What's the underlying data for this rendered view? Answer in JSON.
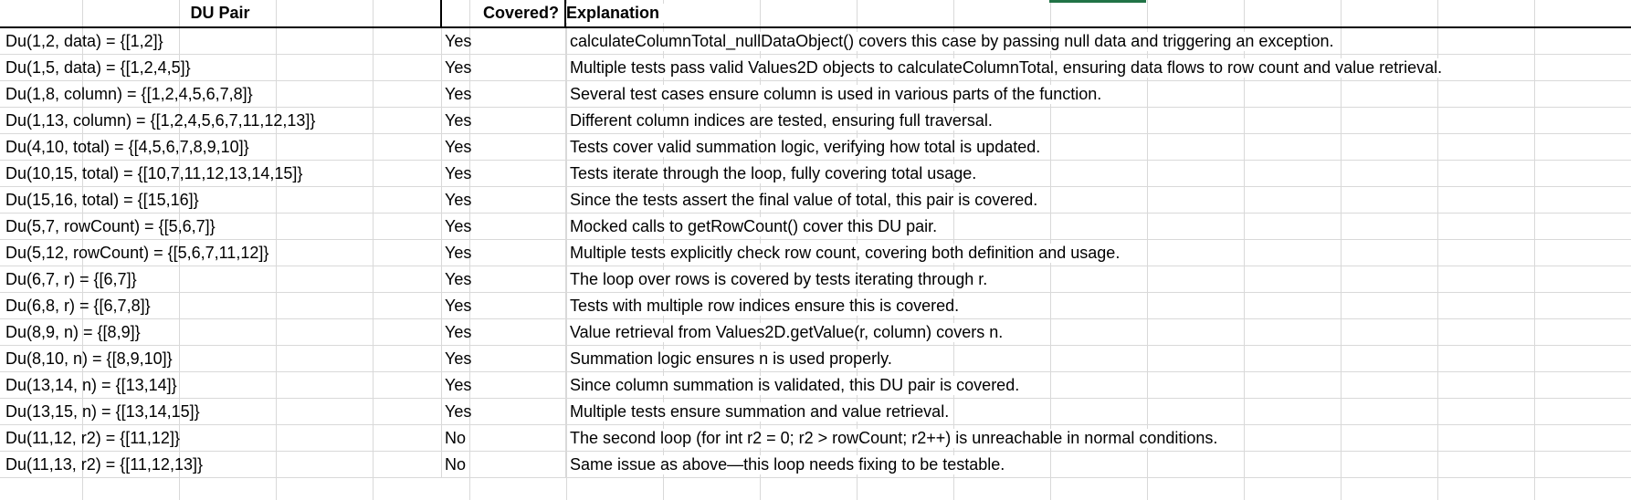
{
  "headers": {
    "du_pair": "DU Pair",
    "covered": "Covered?",
    "explanation": "Explanation"
  },
  "rows": [
    {
      "pair": "Du(1,2, data) = {[1,2]}",
      "covered": "Yes",
      "explanation": "calculateColumnTotal_nullDataObject() covers this case by passing null data and triggering an exception."
    },
    {
      "pair": "Du(1,5, data) = {[1,2,4,5]}",
      "covered": "Yes",
      "explanation": "Multiple tests pass valid Values2D objects to calculateColumnTotal, ensuring data flows to row count and value retrieval."
    },
    {
      "pair": "Du(1,8, column) = {[1,2,4,5,6,7,8]}",
      "covered": "Yes",
      "explanation": "Several test cases ensure column is used in various parts of the function."
    },
    {
      "pair": "Du(1,13, column) = {[1,2,4,5,6,7,11,12,13]}",
      "covered": "Yes",
      "explanation": "Different column indices are tested, ensuring full traversal."
    },
    {
      "pair": "Du(4,10, total) = {[4,5,6,7,8,9,10]}",
      "covered": "Yes",
      "explanation": "Tests cover valid summation logic, verifying how total is updated."
    },
    {
      "pair": "Du(10,15, total) = {[10,7,11,12,13,14,15]}",
      "covered": "Yes",
      "explanation": "Tests iterate through the loop, fully covering total usage."
    },
    {
      "pair": "Du(15,16, total) = {[15,16]}",
      "covered": "Yes",
      "explanation": "Since the tests assert the final value of total, this pair is covered."
    },
    {
      "pair": "Du(5,7, rowCount) = {[5,6,7]}",
      "covered": "Yes",
      "explanation": "Mocked calls to getRowCount() cover this DU pair."
    },
    {
      "pair": "Du(5,12, rowCount) = {[5,6,7,11,12]}",
      "covered": "Yes",
      "explanation": "Multiple tests explicitly check row count, covering both definition and usage."
    },
    {
      "pair": "Du(6,7, r) = {[6,7]}",
      "covered": "Yes",
      "explanation": "The loop over rows is covered by tests iterating through r."
    },
    {
      "pair": "Du(6,8, r) = {[6,7,8]}",
      "covered": "Yes",
      "explanation": "Tests with multiple row indices ensure this is covered."
    },
    {
      "pair": "Du(8,9, n) = {[8,9]}",
      "covered": "Yes",
      "explanation": "Value retrieval from Values2D.getValue(r, column) covers n."
    },
    {
      "pair": "Du(8,10, n) = {[8,9,10]}",
      "covered": "Yes",
      "explanation": "Summation logic ensures n is used properly."
    },
    {
      "pair": "Du(13,14, n) = {[13,14]}",
      "covered": "Yes",
      "explanation": "Since column summation is validated, this DU pair is covered."
    },
    {
      "pair": "Du(13,15, n) = {[13,14,15]}",
      "covered": "Yes",
      "explanation": "Multiple tests ensure summation and value retrieval."
    },
    {
      "pair": "Du(11,12, r2) = {[11,12]}",
      "covered": "No",
      "explanation": "The second loop (for int r2 = 0; r2 > rowCount; r2++) is unreachable in normal conditions."
    },
    {
      "pair": "Du(11,13, r2) = {[11,12,13]}",
      "covered": "No",
      "explanation": "Same issue as above—this loop needs fixing to be testable."
    }
  ]
}
